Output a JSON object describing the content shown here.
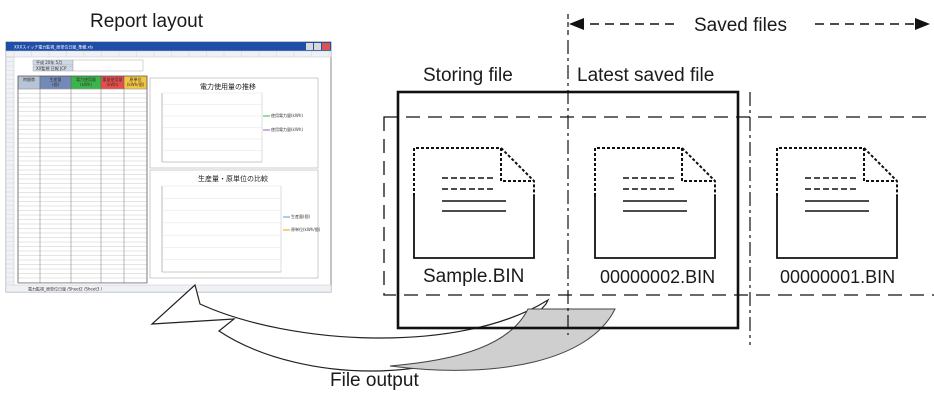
{
  "labels": {
    "report_layout": "Report layout",
    "saved_files": "Saved files",
    "storing_file": "Storing file",
    "latest_saved_file": "Latest  saved file",
    "file_output": "File output"
  },
  "files": [
    {
      "name": "Sample.BIN"
    },
    {
      "name": "00000002.BIN"
    },
    {
      "name": "00000001.BIN"
    }
  ],
  "spreadsheet": {
    "title_bar": "XXXスイッチ電力監視_原単位日報_準備.xls",
    "header_line_1": "平成 20年 5月",
    "header_line_2": "XX監視 日報 JCP",
    "columns": [
      {
        "label": "時間帯",
        "color": "#b7c3d6"
      },
      {
        "label": "生産量\n(個)",
        "color": "#7389b8"
      },
      {
        "label": "電力使用量\n(kWh)",
        "color": "#39b54a"
      },
      {
        "label": "重量使用量\n(kWh)",
        "color": "#ea4b4b"
      },
      {
        "label": "原単位\n(kWh/個)",
        "color": "#f2c542"
      }
    ],
    "chart1_title": "電力使用量の推移",
    "chart1_legend": [
      "使用電力量(kWh)",
      "使用電力量(kWh)"
    ],
    "chart2_title": "生産量・原単位の比較",
    "chart2_legend": [
      "生産量(個)",
      "原単位(kWh/個)"
    ],
    "sheet_tabs": "電力監視_原単位日報 /Sheet2 /Sheet3 /",
    "colors": {
      "title_bar": "#1f4ea8",
      "grid_line": "#c8c8c8",
      "legend_green": "#39b54a",
      "legend_purple": "#9b59b6",
      "legend_blue": "#4aa3df",
      "legend_orange": "#f39c12"
    }
  },
  "icons": {
    "document": "document-icon",
    "arrow": "curved-arrow-icon"
  }
}
